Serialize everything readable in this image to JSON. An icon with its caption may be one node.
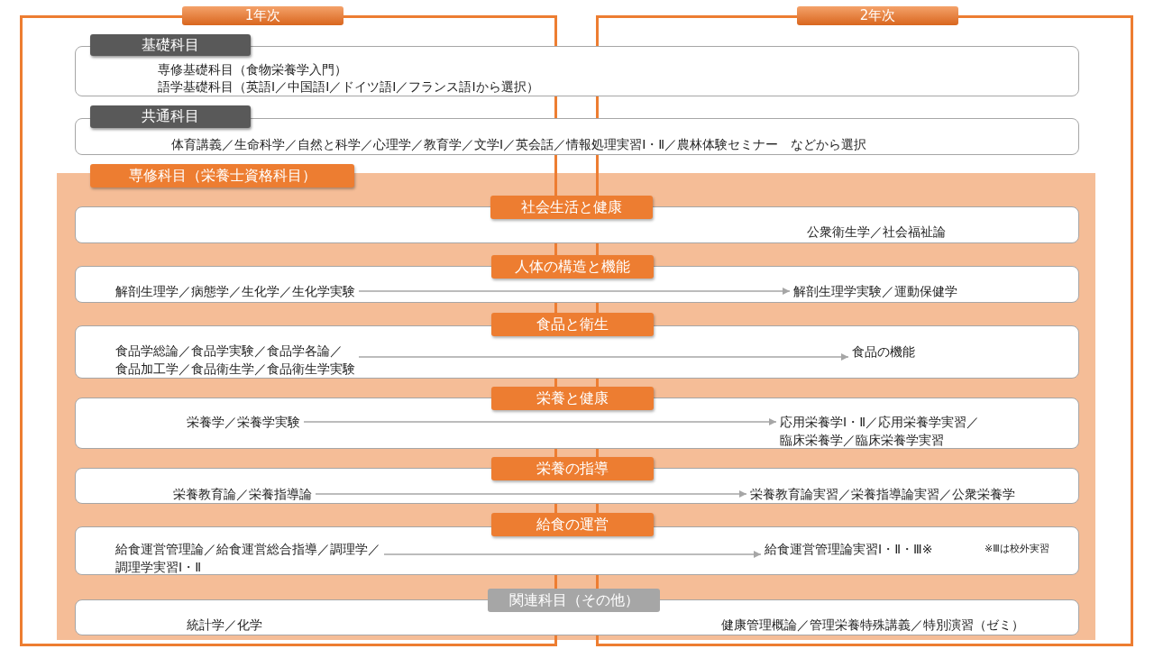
{
  "diagram": {
    "nodes": [
      {
        "text": [
          "基礎科目",
          "専修基礎科目（食物栄養学入門）",
          "語学基礎科目（英語Ⅰ／中国語Ⅰ／ドイツ語Ⅰ／フランス語Ⅰから選択）"
        ]
      },
      {
        "text": [
          "共通科目",
          "体育講義／生命科学／自然と科学／心理学／教育学／文学Ⅰ／英会話／情報処理実習Ⅰ・Ⅱ／農林体験セミナー　などから選択"
        ]
      },
      {
        "text": [
          "専修科目（栄養士資格科目）"
        ]
      },
      {
        "text": [
          "社会生活と健康",
          "公衆衛生学／社会福祉論"
        ],
        "in": 2
      },
      {
        "text": [
          "人体の構造と機能"
        ],
        "in": 2
      },
      {
        "text": [
          "解剖生理学／病態学／生化学／生化学実験"
        ],
        "in": 4
      },
      {
        "text": [
          "解剖生理学実験／運動保健学"
        ],
        "in": 4
      },
      {
        "text": [
          "食品と衛生"
        ],
        "in": 2
      },
      {
        "text": [
          "食品学総論／食品学実験／食品学各論／食品加工学／食品衛生学／食品衛生学実験"
        ],
        "in": 7
      },
      {
        "text": [
          "食品の機能"
        ],
        "in": 7
      },
      {
        "text": [
          "栄養と健康"
        ],
        "in": 2
      },
      {
        "text": [
          "栄養学／栄養学実験"
        ],
        "in": 10
      },
      {
        "text": [
          "応用栄養学Ⅰ・Ⅱ／応用栄養学実習／臨床栄養学／臨床栄養学実習"
        ],
        "in": 10
      },
      {
        "text": [
          "栄養の指導"
        ],
        "in": 2
      },
      {
        "text": [
          "栄養教育論／栄養指導論"
        ],
        "in": 13
      },
      {
        "text": [
          "栄養教育論実習／栄養指導論実習／公衆栄養学"
        ],
        "in": 13
      },
      {
        "text": [
          "給食の運営"
        ],
        "in": 2
      },
      {
        "text": [
          "給食運営管理論／給食運営総合指導／調理学／調理学実習Ⅰ・Ⅱ"
        ],
        "in": 16
      },
      {
        "text": [
          "給食運営管理論実習Ⅰ・Ⅱ・Ⅲ※"
        ],
        "in": 16
      },
      {
        "text": [
          "関連科目（その他）",
          "統計学／化学",
          "健康管理概論／管理栄養特殊講義／特別演習（ゼミ）"
        ],
        "in": 2
      }
    ],
    "edges": [
      {
        "from": 5,
        "to": 6,
        "arrow": "to"
      },
      {
        "from": 8,
        "to": 9,
        "arrow": "to"
      },
      {
        "from": 11,
        "to": 12,
        "arrow": "to"
      },
      {
        "from": 14,
        "to": 15,
        "arrow": "to"
      },
      {
        "from": 17,
        "to": 18,
        "arrow": "to"
      }
    ],
    "labels": [
      "1年次",
      "2年次",
      "※Ⅲは校外実習"
    ]
  }
}
